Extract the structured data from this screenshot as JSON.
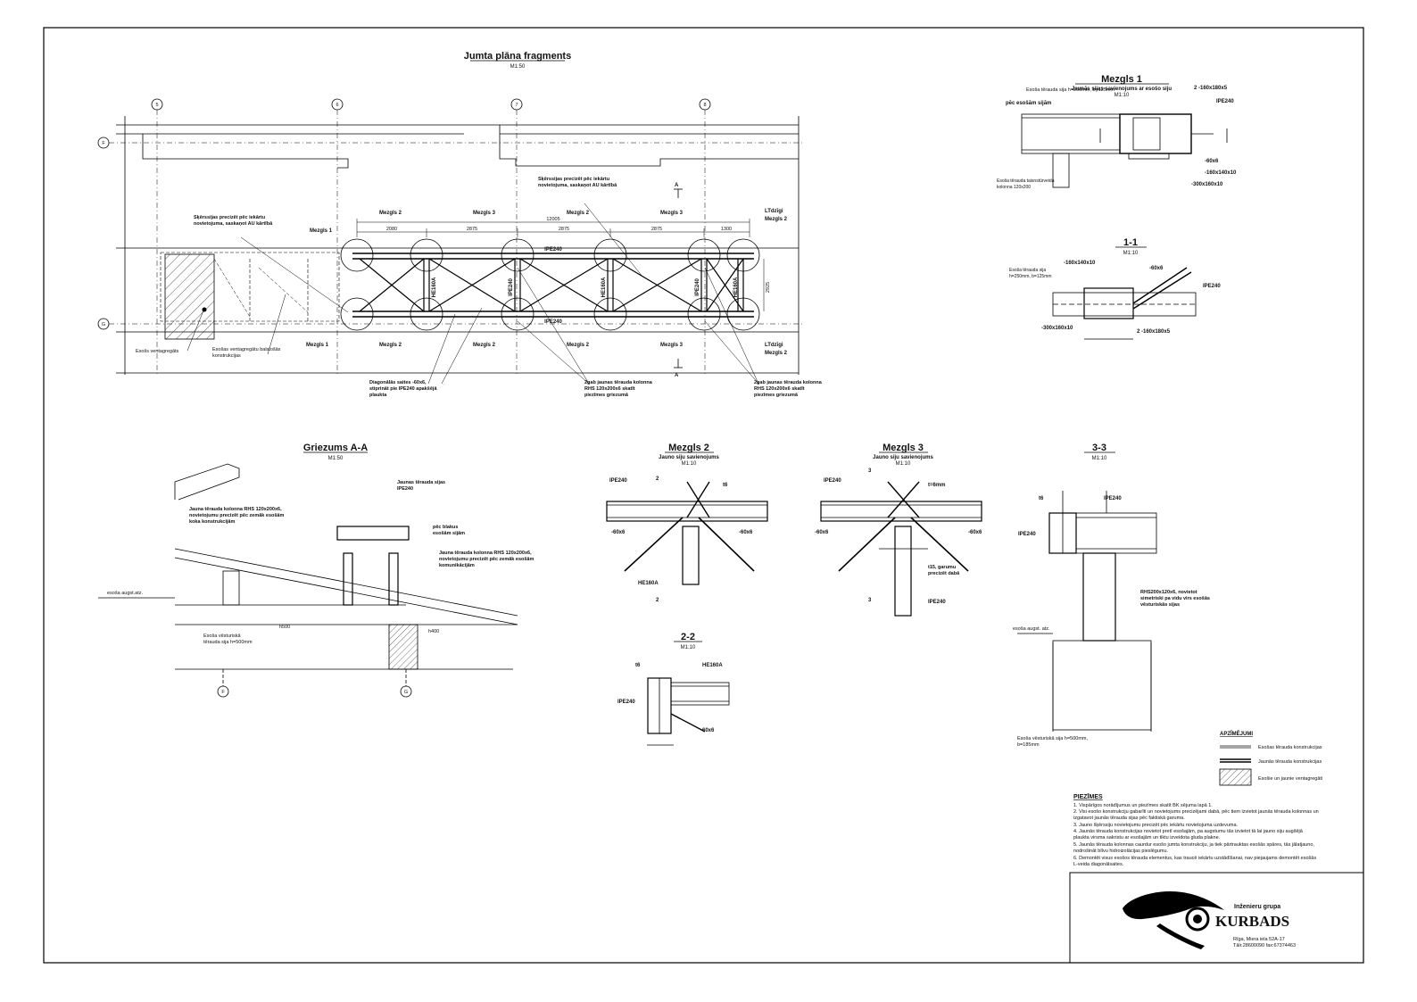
{
  "plan": {
    "title": "Jumta plāna fragments",
    "scale": "M1:50",
    "axes": [
      "5",
      "6",
      "7",
      "8",
      "F",
      "G"
    ],
    "dims": {
      "total": "12005",
      "d1": "2080",
      "d2": "2875",
      "d3": "2875",
      "d4": "2875",
      "d5": "1300",
      "height": "2925"
    },
    "beams": [
      "IPE240",
      "IPE240",
      "HE160A",
      "IPE240",
      "HE160A",
      "IPE240",
      "HE160A"
    ],
    "labels": {
      "mezgls1": "Mezgls 1",
      "mezgls2": "Mezgls 2",
      "mezgls3": "Mezgls 3",
      "ltdzigi": "LTdzīgi",
      "section_a": "A",
      "saitas_precizet": "Šķērssijas precizēt pēc iekārtu novietojuma, saskaņot AU kārtībā",
      "saitas_precizet2": "Šķērssijas precizēt pēc iekārtu novietojuma, saskaņot AU kārtībā",
      "esoss_venta": "Esošs ventagregāts",
      "esosas_venta_bal": "Esošas ventagregātu balstošās konstrukcijas",
      "diag_saites": "Diagonālās saites -60x6, stiprināt pie IPE240 apakšējā plaukta",
      "kolonnas1": "2gab jaunas tērauda kolonna RHS 120x200x6 skatīt piezīmes griezumā",
      "kolonnas2": "2gab jaunas tērauda kolonna RHS 120x200x6 skatīt piezīmes griezumā"
    }
  },
  "mezgls1": {
    "title": "Mezgls 1",
    "subtitle": "Jaunās sijas savienojums ar esošo siju",
    "scale": "M1:10",
    "labels": [
      "Esoša tērauda sija h=250mm, b=125mm",
      "pēc esošām sijām",
      "2 -160x180x5",
      "IPE240",
      "-60x6",
      "-160x140x10",
      "-300x160x10",
      "Esoša tērauda taisnstūrveida kolonna 120x200"
    ]
  },
  "sec11": {
    "title": "1-1",
    "scale": "M1:10",
    "labels": [
      "Esoša tērauda sija h=250mm, b=125mm",
      "-160x140x10",
      "-60x6",
      "IPE240",
      "-300x160x10",
      "2 -160x180x5"
    ]
  },
  "griezums": {
    "title": "Griezums A-A",
    "scale": "M1:50",
    "labels": [
      "Jaunas tērauda sijas IPE240",
      "Jauna tērauda kolonna RHS 120x200x6, novietojumu precizēt pēc zemāk esošām koka konstrukcijām",
      "pēc blakus esošām sijām",
      "Jauna tērauda kolonna RHS 120x200x6, novietojumu precizēt pēc zemāk esošām komunikācijām",
      "esoša augst.atz.",
      "Esoša vēsturiskā tērauda sija h=500mm",
      "h500",
      "h400"
    ],
    "axes": [
      "F",
      "G"
    ]
  },
  "mezgls2": {
    "title": "Mezgls 2",
    "subtitle": "Jauno siju savienojums",
    "scale": "M1:10",
    "labels": [
      "IPE240",
      "-60x6",
      "-60x6",
      "HE160A",
      "2",
      "2",
      "t6"
    ]
  },
  "mezgls3": {
    "title": "Mezgls 3",
    "subtitle": "Jauno siju savienojums",
    "scale": "M1:10",
    "labels": [
      "IPE240",
      "-60x6",
      "-60x6",
      "t15, garumu precizēt dabā",
      "IPE240",
      "3",
      "3",
      "t=6mm"
    ]
  },
  "sec22": {
    "title": "2-2",
    "scale": "M1:10",
    "labels": [
      "HE160A",
      "IPE240",
      "-60x6",
      "t6"
    ]
  },
  "sec33": {
    "title": "3-3",
    "scale": "M1:10",
    "labels": [
      "IPE240",
      "IPE240",
      "t6",
      "RHS200x120x6, novietot simetriski pa vidu virs esošās vēsturiskās sijas",
      "esoša augst. atz.",
      "Esoša vēsturiskā sija h=500mm, b=185mm"
    ]
  },
  "legend": {
    "title": "APZĪMĒJUMI",
    "items": [
      "Esošas tērauda konstrukcijas",
      "Jaunās tērauda konstrukcijas",
      "Esošie un jaunie ventagregāti"
    ]
  },
  "notes": {
    "title": "PIEZĪMES",
    "items": [
      "1.  Vispārīgos norādījumus un piezīmes skatīt BK sējuma lapā 1.",
      "2.  Visi esošo konstrukciju gabarīti un novietojums precizējami dabā, pēc tiem izvietot jaunās tērauda kolonnas un",
      "     izgatavot jaunās tērauda sijas pēc faktiskā garuma.",
      "3.  Jauno šķērssiju novietojumu precizēt pēc iekārtu novietojuma uzdevuma.",
      "4.  Jaunās tērauda konstrukcijas novietot pretī esošajām, pa augstumu tās izvietot tā lai jauno siju augšējā",
      "     plaukta virsma sakristu ar esošajām un tiktu izveidota gluda plakne.",
      "5.  Jaunās tērauda kolonnas caurdur esošo jumta konstrukciju, ja tiek pārtrauktas esošās spāres, tās jālatjauno,",
      "     nodrošināt bīlvu hidroizolācijas pieslēgumu.",
      "6.  Demontēt visus esošos tērauda elementus, kas traucē iekārtu uzstādīšanai, nav piejaujams demontēt esošās",
      "     L-veida diagonālsaites."
    ]
  },
  "titleblock": {
    "company_line1": "Inženieru grupa",
    "company_line2": "KURBADS",
    "address": "Rīga, Miera iela 52A-17",
    "phone": "Tālr.28600090 fax:67374463"
  }
}
